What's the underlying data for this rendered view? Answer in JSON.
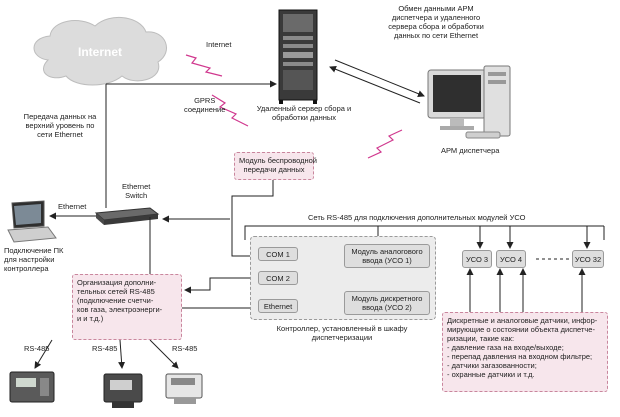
{
  "internet": {
    "label": "Internet"
  },
  "server": {
    "link_internet": "Internet",
    "link_gprs": "GPRS\nсоединение",
    "caption": "Удаленный сервер сбора и\nобработки данных"
  },
  "exchange_note": "Обмен данными АРМ\nдиспетчера и удаленного\nсервера сбора и обработки\nданных по сети Ethernet",
  "workstation": {
    "caption": "АРМ диспетчера"
  },
  "upper_note": "Передача данных на\nверхний уровень по\nсети Ethernet",
  "wireless_module": "Модуль беспроводной\nпередачи данных",
  "switch_label": "Ethernet\nSwitch",
  "laptop": {
    "link": "Ethernet",
    "caption": "Подключение ПК\nдля настройки\nконтроллера"
  },
  "rs485_org": "Организация дополни-\nтельных сетей RS-485\n(подключение счетчи-\nков газа, электроэнерги-\nи и т.д.)",
  "rs485_labels": [
    "RS-485",
    "RS-485",
    "RS-485"
  ],
  "controller": {
    "ports": [
      "COM 1",
      "COM 2",
      "Ethernet"
    ],
    "analog_module": "Модуль аналогового\nввода (УСО 1)",
    "discrete_module": "Модуль дискретного\nввода (УСО 2)",
    "caption": "Контроллер, установленный в шкафу\nдиспетчеризации"
  },
  "rs485_net": "Сеть RS-485 для подключения дополнительных модулей УСО",
  "uso_modules": [
    "УСО 3",
    "УСО 4",
    "УСО 32"
  ],
  "sensors": {
    "intro": "Дискретные и аналоговые датчики, инфор-\nмирующие о состоянии объекта диспетче-\nризации, такие как:",
    "items": [
      "- давление газа на входе/выходе;",
      "- перепад давления на входном фильтре;",
      "- датчики загазованности;",
      "- охранные датчики и т.д."
    ]
  },
  "colors": {
    "pink_fill": "#f7e6ec",
    "pink_border": "#c9869d",
    "zigzag": "#d0388e",
    "gray_fill": "#dedede"
  }
}
